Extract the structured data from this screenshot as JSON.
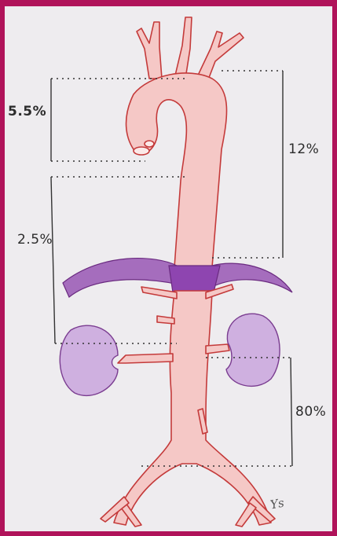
{
  "annotations": {
    "aortic_root": "5.5%",
    "thoracic_descending": "12%",
    "thoracoabdominal_upper": "2.5%",
    "infrarenal": "80%"
  },
  "signature": "Ys",
  "colors": {
    "frame": "#b0135a",
    "paper": "#eeecef",
    "vessel_fill": "#f5c8c6",
    "vessel_outline": "#c43a3a",
    "diaphragm": "#9a5bb0",
    "kidney": "#c8a6dc",
    "bracket_line": "#333333"
  }
}
